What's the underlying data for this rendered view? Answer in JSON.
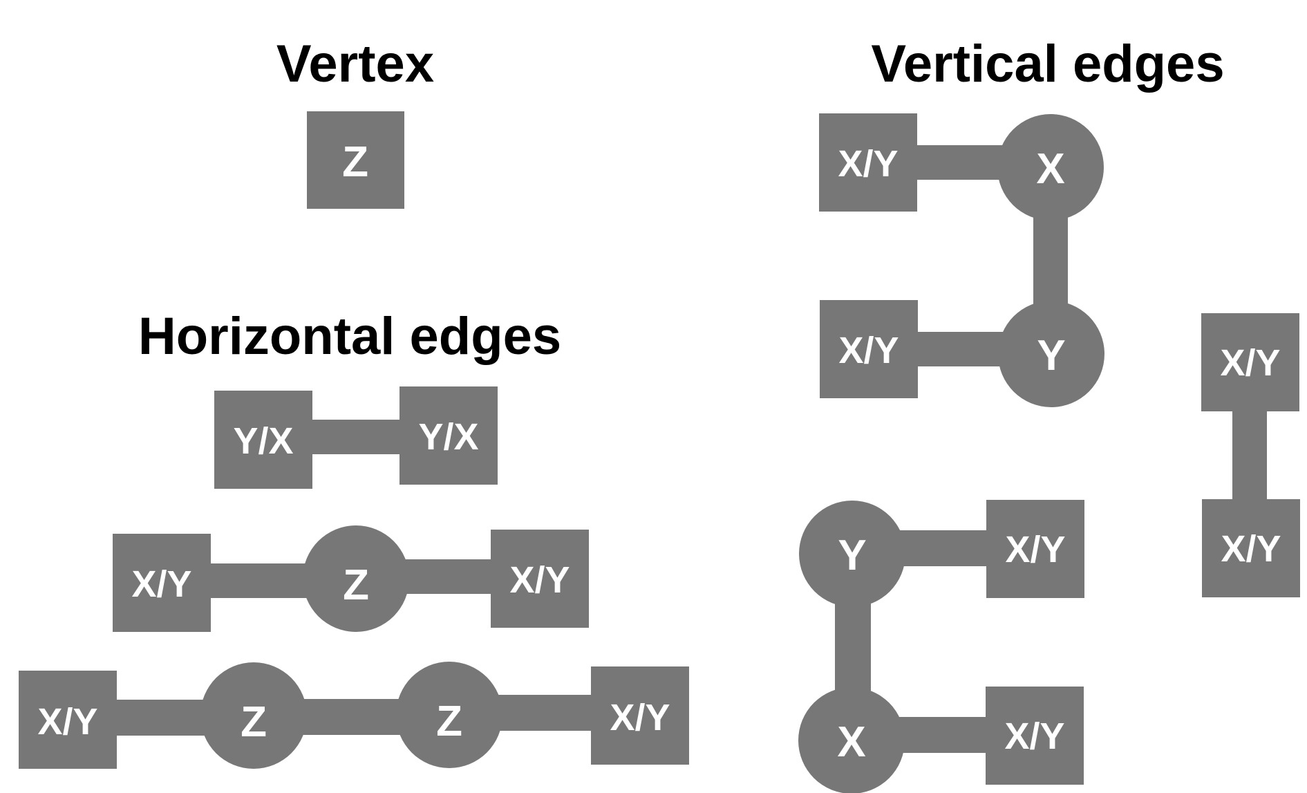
{
  "titles": {
    "vertex": "Vertex",
    "horizontal": "Horizontal edges",
    "vertical": "Vertical edges"
  },
  "labels": {
    "z": "Z",
    "x": "X",
    "y": "Y",
    "xy": "X/Y",
    "yx": "Y/X"
  },
  "colors": {
    "node_fill": "#777777",
    "node_text": "#ffffff",
    "title_text": "#000000",
    "background": "#ffffff"
  }
}
